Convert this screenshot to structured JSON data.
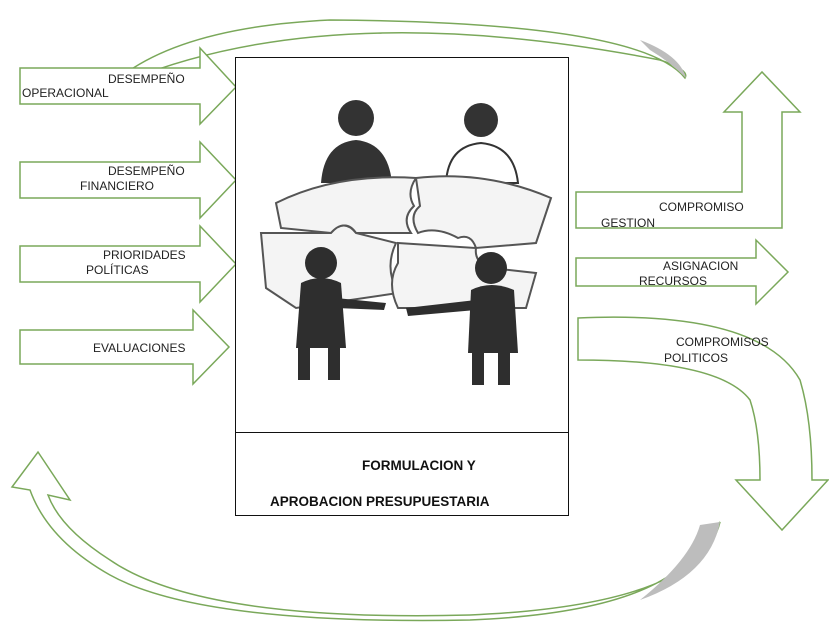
{
  "inputs": [
    {
      "line1": "DESEMPEÑO",
      "line2": "OPERACIONAL"
    },
    {
      "line1": "DESEMPEÑO",
      "line2": "FINANCIERO"
    },
    {
      "line1": "PRIORIDADES",
      "line2": "POLÍTICAS"
    },
    {
      "line1": "EVALUACIONES"
    }
  ],
  "outputs": [
    {
      "line1": "COMPROMISO",
      "line2": "GESTION"
    },
    {
      "line1": "ASIGNACION",
      "line2": "RECURSOS"
    },
    {
      "line1": "COMPROMISOS",
      "line2": "POLITICOS"
    }
  ],
  "center": {
    "title_line1": "FORMULACION Y",
    "title_line2": "APROBACION PRESUPUESTARIA"
  },
  "colors": {
    "arrow_stroke": "#7aa85a",
    "feedback_fill": "#bdbdbd",
    "figure": "#333333"
  }
}
